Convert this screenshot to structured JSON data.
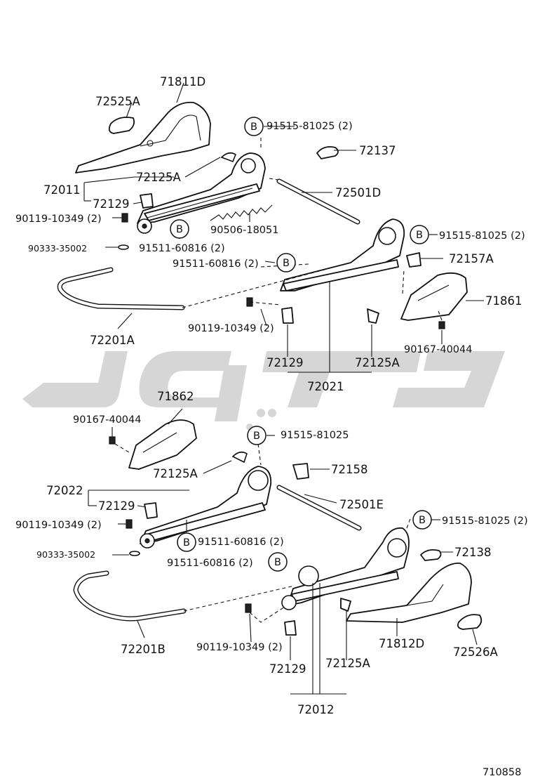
{
  "diagram_id": "710858",
  "callout_symbol": "B",
  "labels": {
    "p71811D": "71811D",
    "p72525A": "72525A",
    "p91515_81025_2_top": "91515-81025 (2)",
    "p72137": "72137",
    "p72125A_1": "72125A",
    "p72011": "72011",
    "p72501D": "72501D",
    "p72129_1": "72129",
    "p90119_10349_2_a": "90119-10349 (2)",
    "p90506_18051": "90506-18051",
    "p91515_81025_2_mid": "91515-81025 (2)",
    "p90333_35002_a": "90333-35002",
    "p91511_60816_2_a": "91511-60816 (2)",
    "p91511_60816_2_b": "91511-60816 (2)",
    "p72157A": "72157A",
    "p71861": "71861",
    "p90119_10349_2_b": "90119-10349 (2)",
    "p72201A": "72201A",
    "p90167_40044_a": "90167-40044",
    "p72129_2": "72129",
    "p72125A_2": "72125A",
    "p72021": "72021",
    "p71862": "71862",
    "p90167_40044_b": "90167-40044",
    "p91515_81025_b": "91515-81025",
    "p72125A_3": "72125A",
    "p72158": "72158",
    "p72022": "72022",
    "p72129_3": "72129",
    "p72501E": "72501E",
    "p90119_10349_2_c": "90119-10349 (2)",
    "p91515_81025_2_low": "91515-81025 (2)",
    "p91511_60816_2_c": "91511-60816 (2)",
    "p90333_35002_b": "90333-35002",
    "p72138": "72138",
    "p91511_60816_2_d": "91511-60816 (2)",
    "p72201B": "72201B",
    "p90119_10349_2_d": "90119-10349 (2)",
    "p71812D": "71812D",
    "p72526A": "72526A",
    "p72129_4": "72129",
    "p72125A_4": "72125A",
    "p72012": "72012"
  }
}
